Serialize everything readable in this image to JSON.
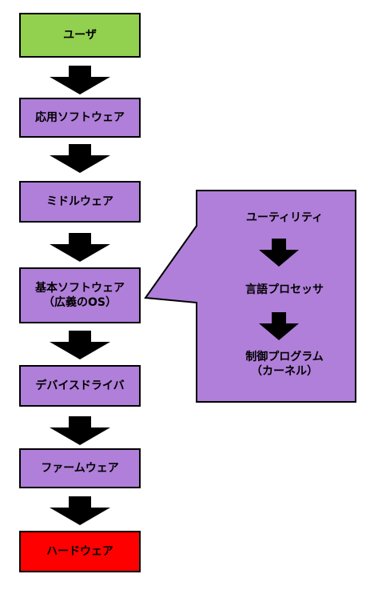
{
  "colors": {
    "user": "#92d050",
    "layer": "#b07fd9",
    "hardware": "#ff0000",
    "arrow": "#000000",
    "outline": "#000000"
  },
  "stack": {
    "user": "ユーザ",
    "app_software": "応用ソフトウェア",
    "middleware": "ミドルウェア",
    "basic_software_line1": "基本ソフトウェア",
    "basic_software_line2": "（広義のOS）",
    "device_driver": "デバイスドライバ",
    "firmware": "ファームウェア",
    "hardware": "ハードウェア"
  },
  "callout": {
    "utility": "ユーティリティ",
    "language_processor": "言語プロセッサ",
    "control_program_line1": "制御プログラム",
    "control_program_line2": "（カーネル）"
  }
}
